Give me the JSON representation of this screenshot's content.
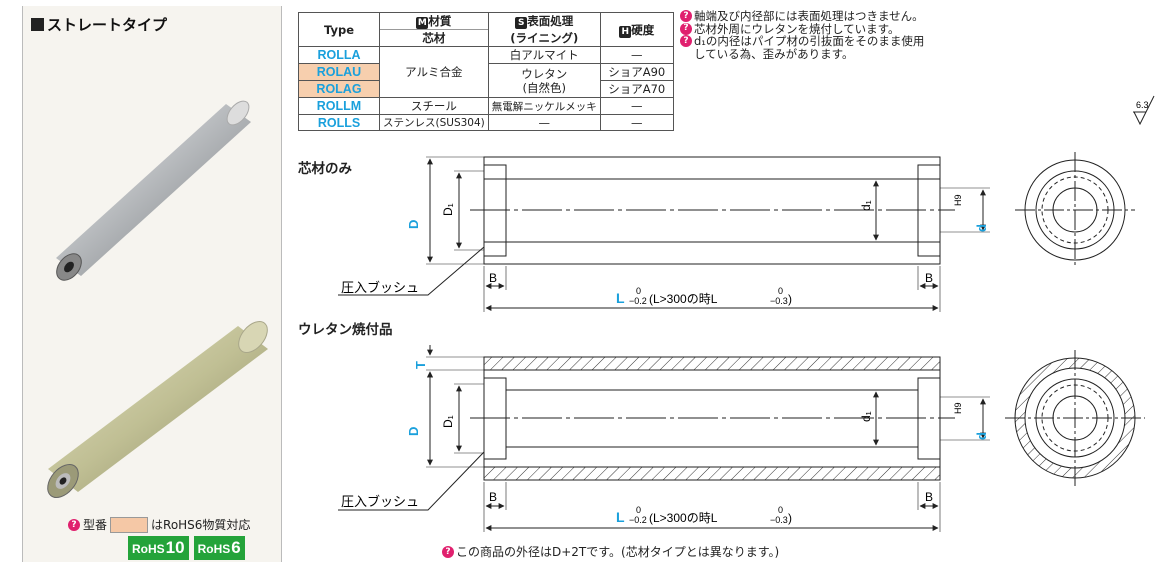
{
  "left_panel": {
    "title": "ストレートタイプ",
    "rohs_note_prefix": "型番",
    "rohs_note_suffix": "はRoHS6物質対応",
    "rohs_badges": [
      {
        "prefix": "RoHS",
        "num": "10"
      },
      {
        "prefix": "RoHS",
        "num": "6"
      }
    ]
  },
  "table": {
    "headers": {
      "type": "Type",
      "material_icon": "M",
      "material": "材質",
      "core": "芯材",
      "surface_icon": "S",
      "surface": "表面処理",
      "lining": "(ライニング)",
      "hardness_icon": "H",
      "hardness": "硬度"
    },
    "types": [
      "ROLLA",
      "ROLAU",
      "ROLAG",
      "ROLLM",
      "ROLLS"
    ],
    "aluminum_alloy": "アルミ合金",
    "white_alumite": "白アルマイト",
    "urethane": "ウレタン",
    "natural_color": "(自然色)",
    "shore_a90": "ショアA90",
    "shore_a70": "ショアA70",
    "steel": "スチール",
    "electroless_nickel": "無電解ニッケルメッキ",
    "stainless": "ステンレス(SUS304)",
    "dash": "—"
  },
  "notes": [
    "軸端及び内径部には表面処理はつきません。",
    "芯材外周にウレタンを焼付しています。",
    "d₁の内径はパイプ材の引抜面をそのまま使用",
    "している為、歪みがあります。"
  ],
  "roughness": "6.3",
  "section1_title": "芯材のみ",
  "section2_title": "ウレタン焼付品",
  "dims": {
    "D": "D",
    "D1": "D₁",
    "d1": "d₁",
    "d": "d",
    "H9": "H9",
    "B": "B",
    "T": "T",
    "L": "L",
    "tol_upper": "0",
    "tol_lower": "−0.2",
    "L_condition": "(L>300の時L",
    "tol_lower2": "−0.3",
    "close_paren": ")",
    "press_bush": "圧入ブッシュ"
  },
  "bottom_note": "この商品の外径はD+2Tです。(芯材タイプとは異なります。)",
  "colors": {
    "accent": "#1aa0dc",
    "highlight": "#f7cfae",
    "rohs_green": "#24a33a",
    "tip": "#e0206e"
  }
}
